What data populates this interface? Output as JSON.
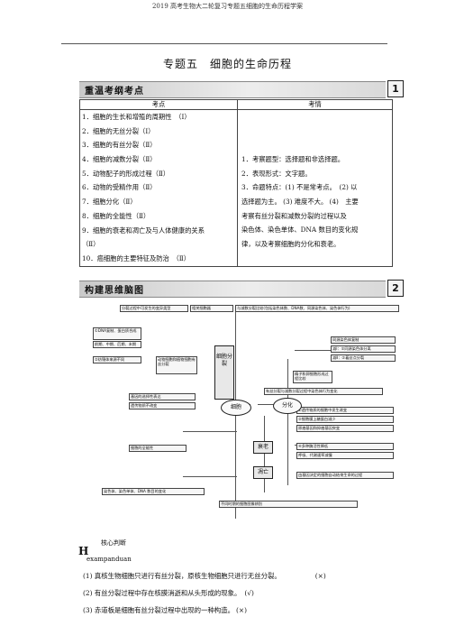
{
  "doc_header": "2019 高考生物大二轮复习专题五细胞的生命历程学案",
  "title": "专题五　细胞的生命历程",
  "section1": {
    "title": "重温考纲考点",
    "number": "1"
  },
  "table": {
    "headers": [
      "考点",
      "考情"
    ],
    "points": [
      "1．细胞的生长和增殖的周期性　（Ⅰ）",
      "2．细胞的无丝分裂（Ⅰ）",
      "3．细胞的有丝分裂（Ⅱ）",
      "4．细胞的减数分裂（Ⅱ）",
      "5．动物配子的形成过程（Ⅱ）",
      "6．动物的受精作用（Ⅱ）",
      "7．细胞分化（Ⅱ）",
      "8．细胞的全能性（Ⅱ）",
      "9．细胞的衰老和凋亡及与人体健康的关系",
      "（Ⅱ）",
      "10．癌细胞的主要特征及防治　（Ⅱ）"
    ],
    "exam_lines": [
      "1．考察题型：选择题和非选择题。",
      "2．表现形式：文字题。",
      "3．命题特点：(1) 不是常考点。　(2) 以",
      "选择题为主。 (3) 难度不大。 (4)　主要",
      "考察有丝分裂和减数分裂的过程以及",
      "染色体、染色单体、DNA 数目的变化规",
      "律，以及考察细胞的分化和衰老。"
    ]
  },
  "section2": {
    "title": "构建思维脑图",
    "number": "2"
  },
  "mindmap": {
    "center_nodes": [
      "细胞分裂",
      "细胞",
      "分化",
      "衰老",
      "凋亡"
    ],
    "boxes": [
      "分裂过程中可发生的变异类型",
      "相关细胞器",
      "与减数分裂比较(包括染色体数、DNA数、同源染色体、染色体行为)",
      "①DNA复制、蛋白质合成",
      "前期、中期、后期、末期",
      "②纺锤体来源不同",
      "动物细胞和植物细胞有丝分裂",
      "同源染色体复制",
      "减Ⅰ：①同源染色体分离",
      "减Ⅱ：②着丝点分裂",
      "精子和卵细胞形成过程比较",
      "基因的选择性表达",
      "遗传物质不改变",
      "有丝分裂与减数分裂过程中染色体行为变化",
      "①遗传物质的细胞中发生改变",
      "②细胞膜上糖蛋白减少",
      "原癌基因和抑癌基因突变",
      "④多种酶活性降低",
      "呼吸、代谢速率减慢",
      "由基因决定的细胞自动结束生命的过程",
      "染色体、染色单体、DNA 数目的变化",
      "不同时期的细胞图像辨别",
      "细胞的全能性"
    ]
  },
  "core": {
    "label": "核心判断",
    "h": "H",
    "sub": "exampanduan"
  },
  "judgments": [
    {
      "text": "(1) 真核生物细胞只进行有丝分裂，原核生物细胞只进行无丝分裂。",
      "mark": "(×)"
    },
    {
      "text": "(2) 有丝分裂过程中存在核膜消逝和从头形成的现象。",
      "mark": "(√)"
    },
    {
      "text": "(3) 赤道板是细胞有丝分裂过程中出现的一种构造。",
      "mark": "(×)"
    }
  ]
}
